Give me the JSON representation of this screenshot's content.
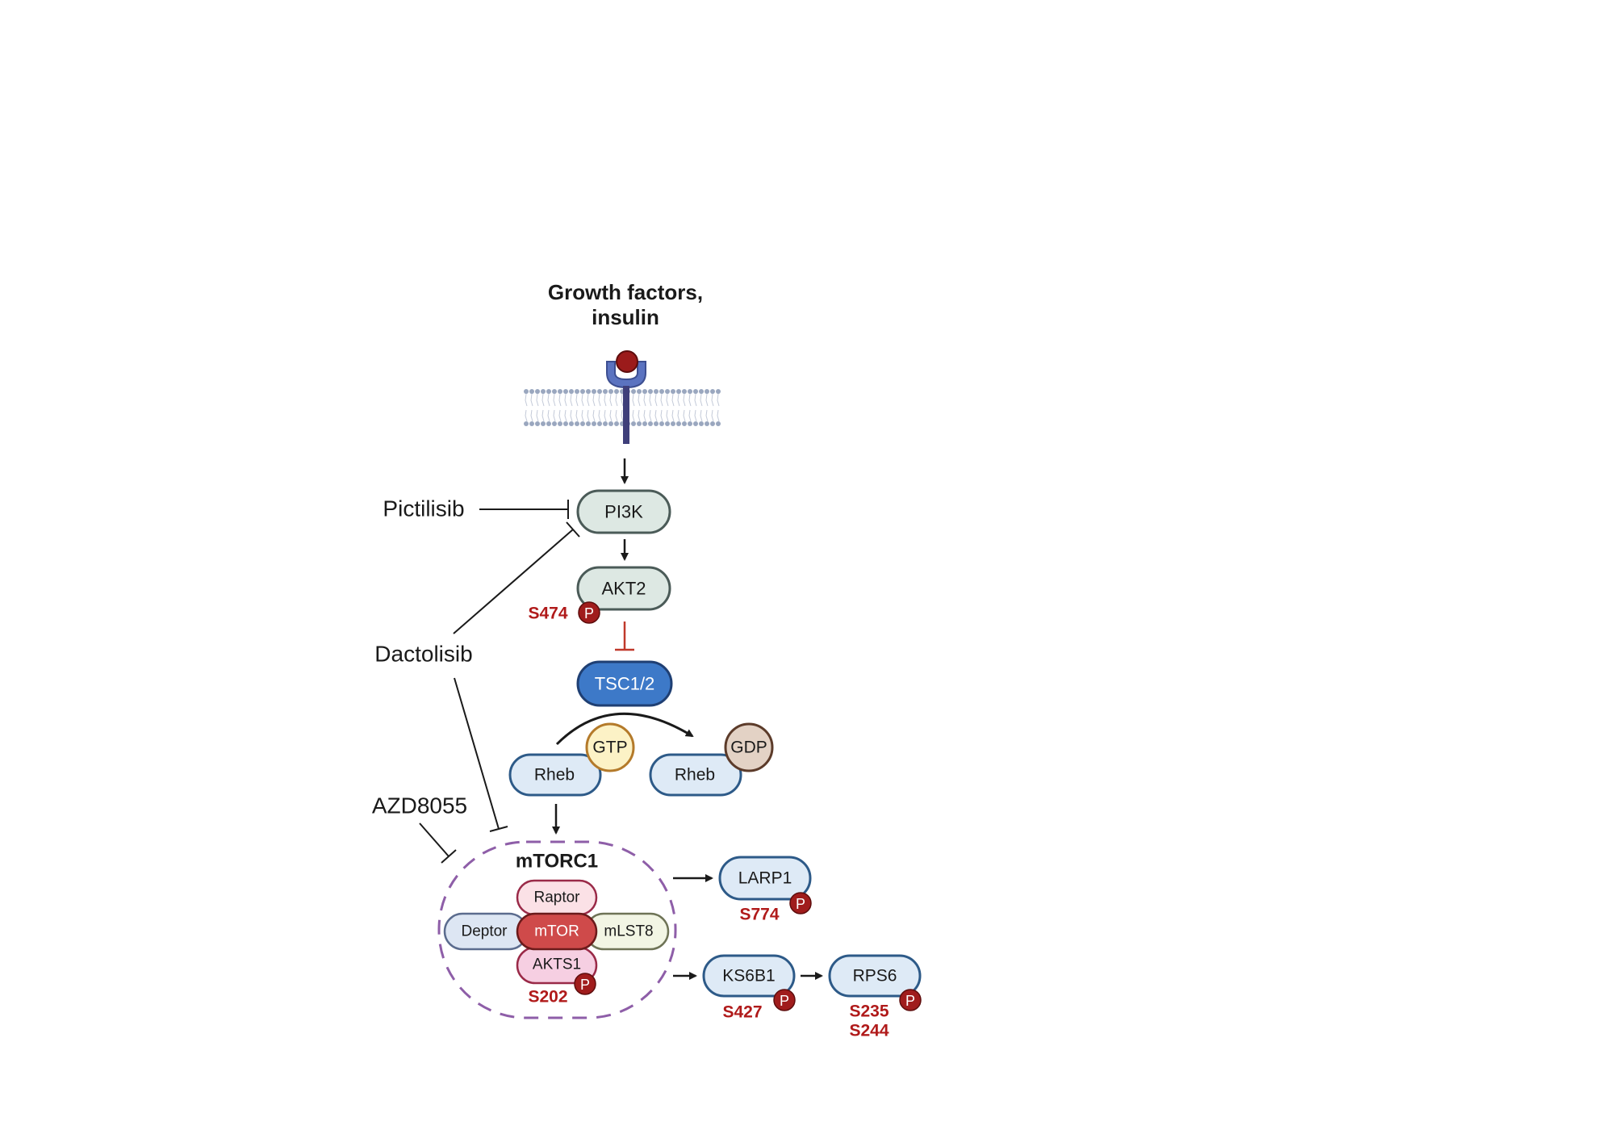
{
  "title": {
    "line1": "Growth factors,",
    "line2": "insulin"
  },
  "colors": {
    "phospho": "#a01c1c",
    "site_text": "#b01a1a",
    "receptor": "#4f6ab8",
    "ligand": "#9b1b1b",
    "stroke_dark": "#1a1a1a",
    "inhibit_red": "#c0392b",
    "membrane": "#9aa7bf",
    "mtorc1_border": "#8e5ea8"
  },
  "icons": {
    "phospho": "phosphate-badge",
    "receptor": "receptor-icon",
    "membrane": "lipid-bilayer-icon"
  },
  "nodes": {
    "pi3k": "PI3K",
    "akt2": "AKT2",
    "tsc12": "TSC1/2",
    "rheb_gtp": "Rheb",
    "rheb_gdp": "Rheb",
    "gtp": "GTP",
    "gdp": "GDP",
    "larp1": "LARP1",
    "ks6b1": "KS6B1",
    "rps6": "RPS6"
  },
  "mtorc1": {
    "title": "mTORC1",
    "raptor": "Raptor",
    "mtor": "mTOR",
    "deptor": "Deptor",
    "mlst8": "mLST8",
    "akts1": "AKTS1"
  },
  "drugs": {
    "pictilisib": "Pictilisib",
    "dactolisib": "Dactolisib",
    "azd8055": "AZD8055"
  },
  "sites": {
    "akt2": "S474",
    "akts1": "S202",
    "larp1": "S774",
    "ks6b1": "S427",
    "rps6_a": "S235",
    "rps6_b": "S244"
  },
  "phospho_label": "P"
}
